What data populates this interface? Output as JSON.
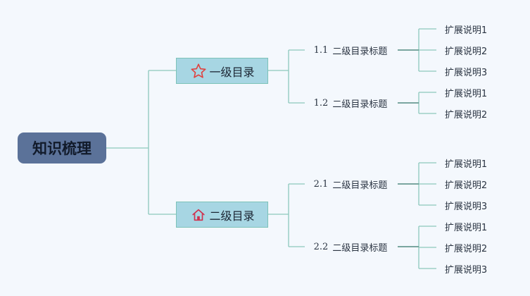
{
  "root": {
    "label": "知识梳理"
  },
  "branches": [
    {
      "label": "一级目录",
      "icon": "star-icon",
      "children": [
        {
          "num": "1.1",
          "label": "二级目录标题",
          "items": [
            "扩展说明1",
            "扩展说明2",
            "扩展说明3"
          ]
        },
        {
          "num": "1.2",
          "label": "二级目录标题",
          "items": [
            "扩展说明1",
            "扩展说明2"
          ]
        }
      ]
    },
    {
      "label": "二级目录",
      "icon": "home-icon",
      "children": [
        {
          "num": "2.1",
          "label": "二级目录标题",
          "items": [
            "扩展说明1",
            "扩展说明2",
            "扩展说明3"
          ]
        },
        {
          "num": "2.2",
          "label": "二级目录标题",
          "items": [
            "扩展说明1",
            "扩展说明2",
            "扩展说明3"
          ]
        }
      ]
    }
  ],
  "colors": {
    "background": "#f4f8fd",
    "root_fill": "#5b7299",
    "branch_fill": "#a7d6e3",
    "branch_border": "#7cc2b8",
    "connector": "#8cc8bd",
    "star": "#e0413e",
    "home": "#d0304e"
  }
}
